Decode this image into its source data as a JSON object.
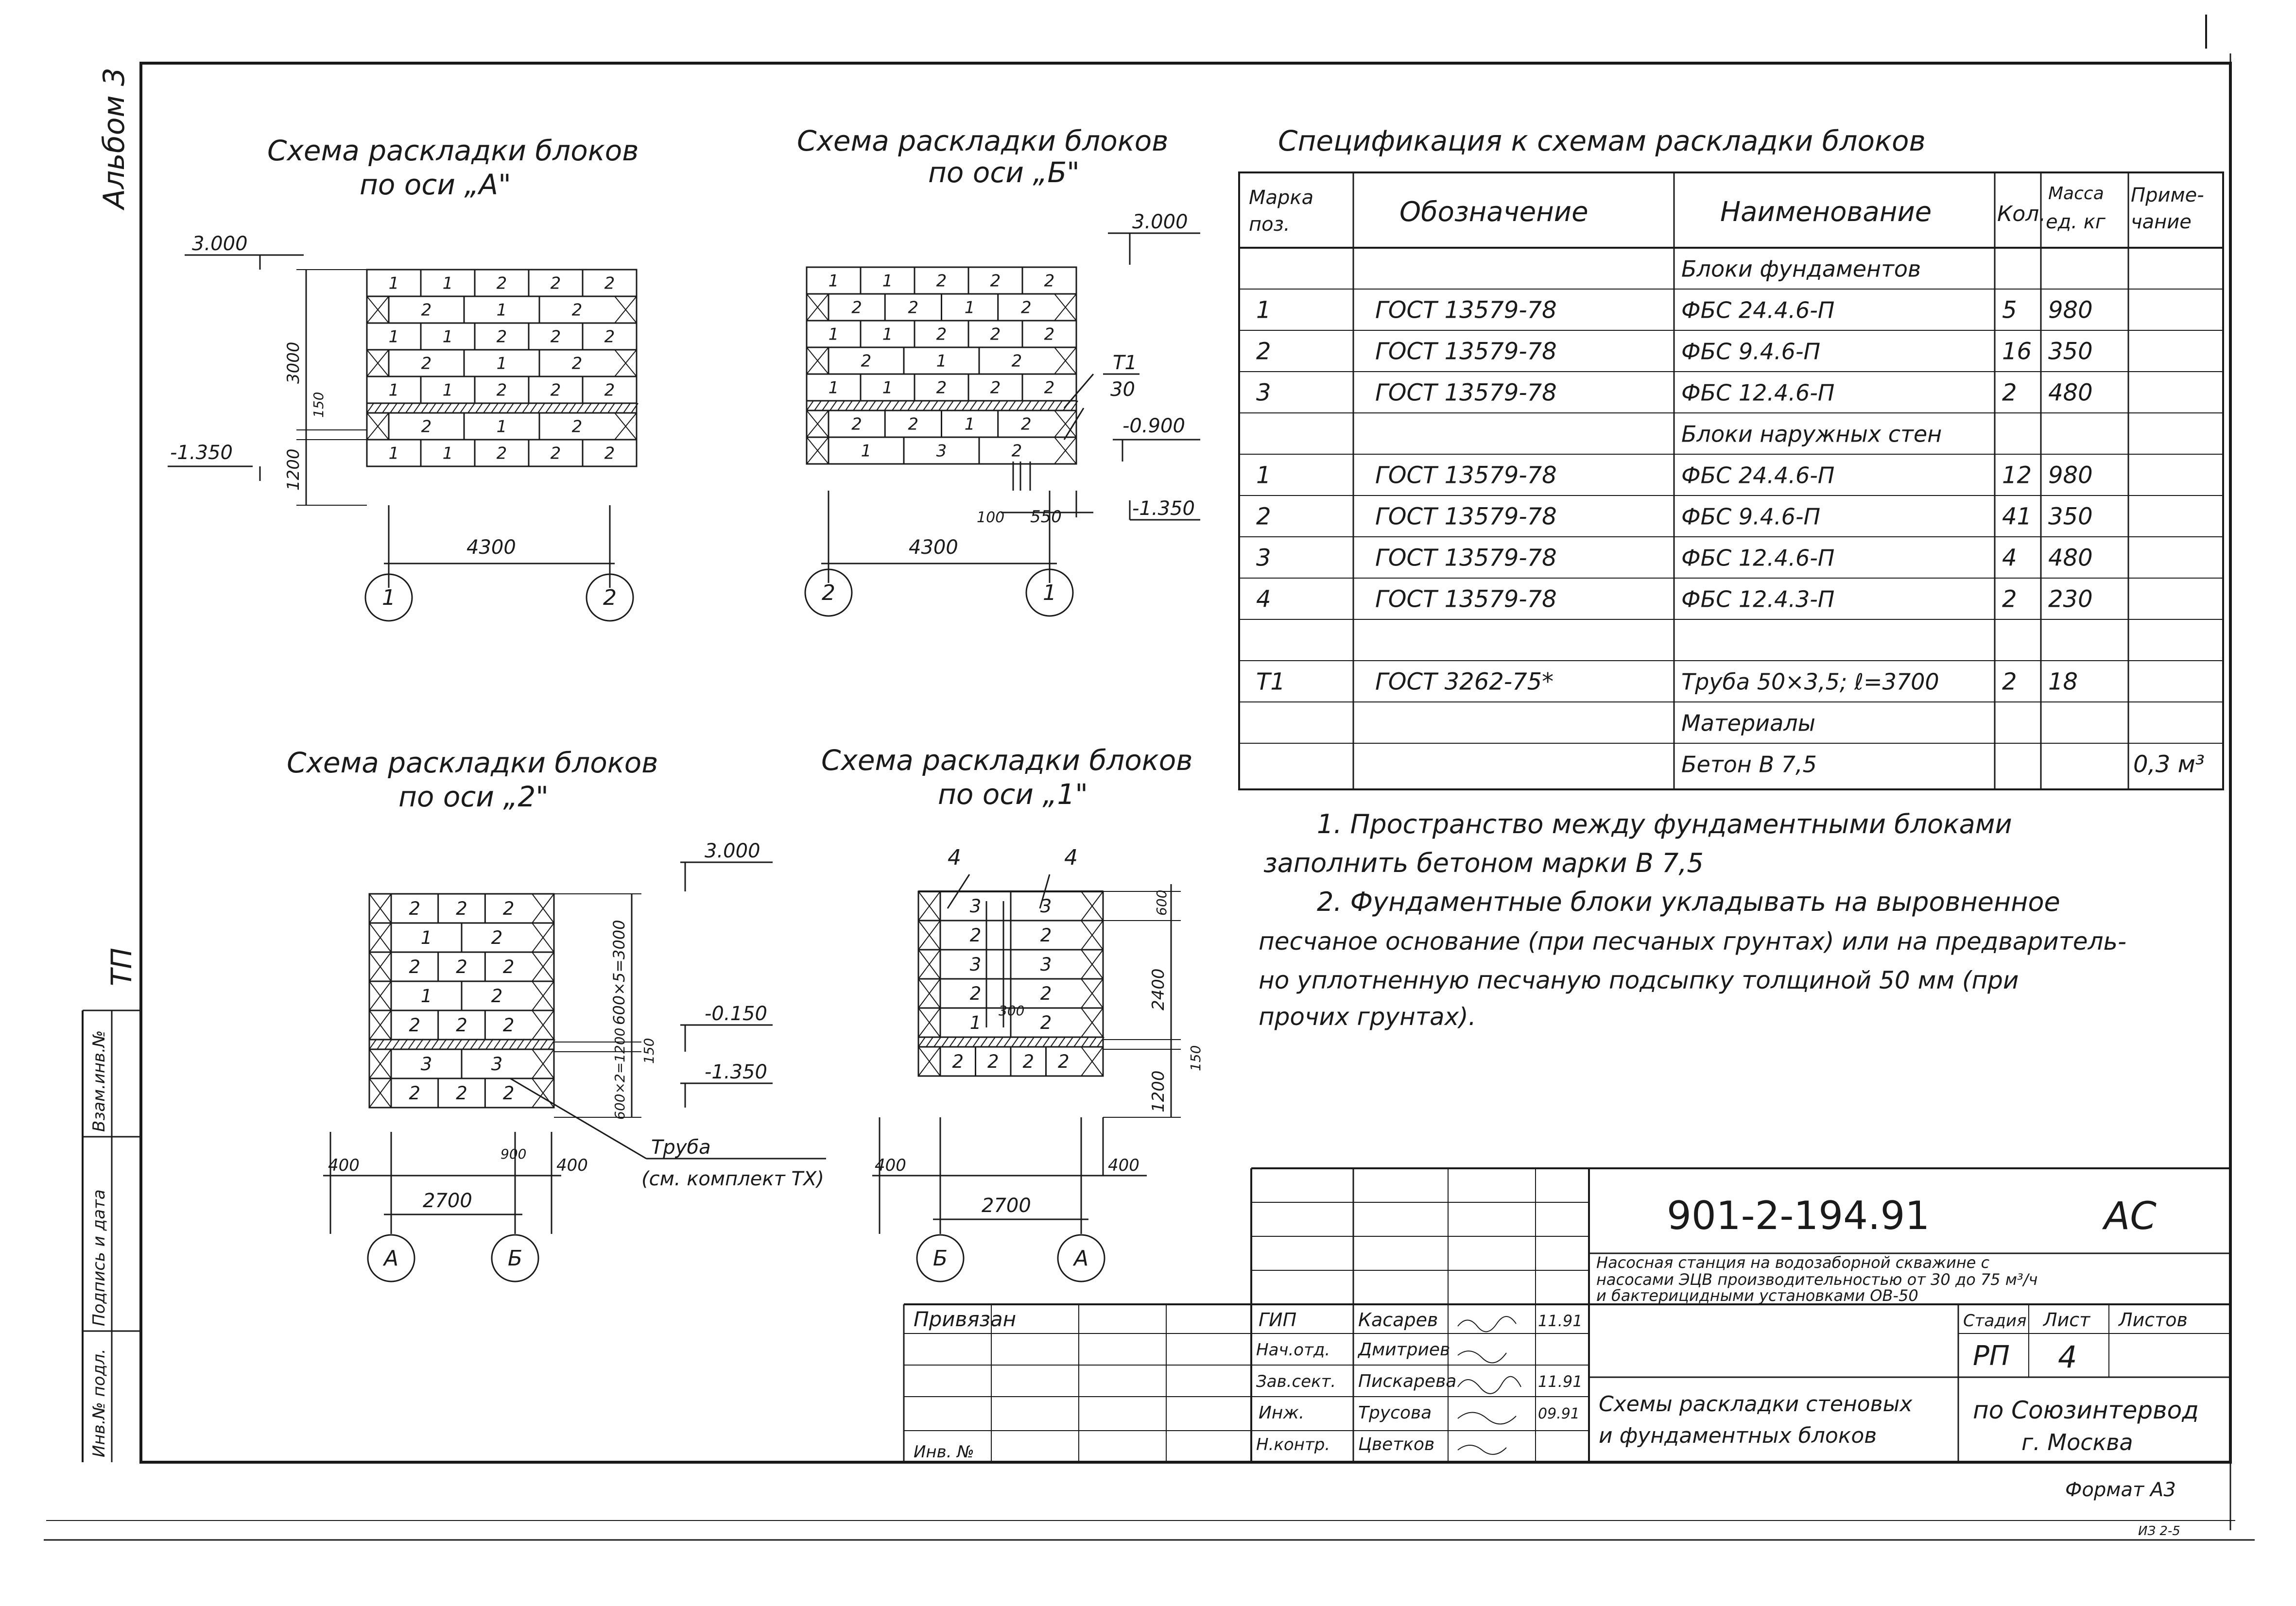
{
  "sheet": {
    "margin_labels": [
      "Альбом 3",
      "ТП",
      "Инв.№ подл.",
      "Подпись и дата",
      "Взам.инв.№"
    ],
    "copy_note": "Формат А3",
    "corner_mark": "ИЗ 2-5"
  },
  "schemes": [
    {
      "id": "A",
      "title": [
        "Схема раскладки блоков",
        "по оси „А\""
      ],
      "top_mark": "3.000",
      "bottom_mark": "-1.350",
      "dims_vertical": [
        "3000",
        "150",
        "1200"
      ],
      "dims_horizontal": [
        "4300"
      ],
      "axes": [
        "1",
        "2"
      ],
      "rows": [
        [
          "1",
          "1",
          "2",
          "2",
          "2"
        ],
        [
          "2",
          "1",
          "2"
        ],
        [
          "1",
          "1",
          "2",
          "2",
          "2"
        ],
        [
          "2",
          "1",
          "2"
        ],
        [
          "1",
          "1",
          "2",
          "2",
          "2"
        ],
        [
          "2",
          "1",
          "2"
        ],
        [
          "1",
          "1",
          "2",
          "2",
          "2"
        ]
      ]
    },
    {
      "id": "B",
      "title": [
        "Схема раскладки блоков",
        "по оси „Б\""
      ],
      "top_mark": "3.000",
      "mid_mark": "-0.900",
      "bottom_mark": "-1.350",
      "pipe_label": [
        "Т1",
        "30"
      ],
      "dims_horizontal": [
        "4300",
        "100",
        "550"
      ],
      "axes": [
        "2",
        "1"
      ],
      "rows": [
        [
          "1",
          "1",
          "2",
          "2",
          "2"
        ],
        [
          "2",
          "2",
          "1",
          "2"
        ],
        [
          "1",
          "1",
          "2",
          "2",
          "2"
        ],
        [
          "2",
          "1",
          "2"
        ],
        [
          "1",
          "1",
          "2",
          "2",
          "2"
        ],
        [
          "2",
          "2",
          "1",
          "2"
        ],
        [
          "1",
          "3",
          "2"
        ]
      ]
    },
    {
      "id": "C",
      "title": [
        "Схема раскладки блоков",
        "по оси „2\""
      ],
      "top_mark": "3.000",
      "mid_mark": "-0.150",
      "bottom_mark": "-1.350",
      "dims_vertical": [
        "600×5=3000",
        "150",
        "600×2=1200"
      ],
      "dims_horizontal": [
        "400",
        "2700",
        "900",
        "400"
      ],
      "note": [
        "Труба",
        "(см. комплект ТХ)"
      ],
      "axes": [
        "А",
        "Б"
      ],
      "rows": [
        [
          "2",
          "2",
          "2"
        ],
        [
          "1",
          "2"
        ],
        [
          "2",
          "2",
          "2"
        ],
        [
          "1",
          "2"
        ],
        [
          "2",
          "2",
          "2"
        ],
        [
          "3",
          "3"
        ],
        [
          "2",
          "2",
          "2"
        ]
      ]
    },
    {
      "id": "D",
      "title": [
        "Схема раскладки блоков",
        "по оси „1\""
      ],
      "callouts": [
        "4",
        "4"
      ],
      "dims_vertical": [
        "600",
        "2400",
        "150",
        "1200"
      ],
      "dims_horizontal": [
        "400",
        "300",
        "2700",
        "400"
      ],
      "axes": [
        "Б",
        "А"
      ],
      "rows": [
        [
          "3",
          "3"
        ],
        [
          "2",
          "2"
        ],
        [
          "3",
          "3"
        ],
        [
          "2",
          "2"
        ],
        [
          "1",
          "2"
        ],
        [
          "2",
          "2",
          "2",
          "2"
        ]
      ]
    }
  ],
  "spec": {
    "title": "Спецификация к схемам раскладки блоков",
    "headers": [
      "Марка поз.",
      "Обозначение",
      "Наименование",
      "Кол.",
      "Масса ед. кг",
      "Приме- чание"
    ],
    "rows": [
      [
        "",
        "",
        "Блоки фундаментов",
        "",
        "",
        ""
      ],
      [
        "1",
        "ГОСТ 13579-78",
        "ФБС 24.4.6-П",
        "5",
        "980",
        ""
      ],
      [
        "2",
        "ГОСТ 13579-78",
        "ФБС 9.4.6-П",
        "16",
        "350",
        ""
      ],
      [
        "3",
        "ГОСТ 13579-78",
        "ФБС 12.4.6-П",
        "2",
        "480",
        ""
      ],
      [
        "",
        "",
        "Блоки наружных стен",
        "",
        "",
        ""
      ],
      [
        "1",
        "ГОСТ 13579-78",
        "ФБС 24.4.6-П",
        "12",
        "980",
        ""
      ],
      [
        "2",
        "ГОСТ 13579-78",
        "ФБС 9.4.6-П",
        "41",
        "350",
        ""
      ],
      [
        "3",
        "ГОСТ 13579-78",
        "ФБС 12.4.6-П",
        "4",
        "480",
        ""
      ],
      [
        "4",
        "ГОСТ 13579-78",
        "ФБС 12.4.3-П",
        "2",
        "230",
        ""
      ],
      [
        "",
        "",
        "",
        "",
        "",
        ""
      ],
      [
        "Т1",
        "ГОСТ 3262-75*",
        "Труба 50×3,5; ℓ=3700",
        "2",
        "18",
        ""
      ],
      [
        "",
        "",
        "Материалы",
        "",
        "",
        ""
      ],
      [
        "",
        "",
        "Бетон В 7,5",
        "",
        "",
        "0,3 м³"
      ]
    ]
  },
  "notes": [
    "1. Пространство между фундаментными блоками",
    "заполнить бетоном марки В 7,5",
    "2. Фундаментные блоки укладывать на выровненное",
    "песчаное основание (при песчаных грунтах) или на предваритель-",
    "но уплотненную песчаную подсыпку толщиной 50 мм (при",
    "прочих грунтах)."
  ],
  "title_block": {
    "doc_code": "901-2-194.91",
    "sheet_code": "АС",
    "project_desc": [
      "Насосная станция на водозаборной скважине с",
      "насосами ЭЦВ производительностью от 30 до 75 м³/ч",
      "и бактерицидными установками ОВ-50"
    ],
    "bound": "Привязан",
    "inv": "Инв. №",
    "roles": [
      "ГИП",
      "Нач.отд.",
      "Зав.сект.",
      "Инж.",
      "Н.контр."
    ],
    "names": [
      "Касарев",
      "Дмитриев",
      "Пискарева",
      "Трусова",
      "Цветков"
    ],
    "dates": [
      "11.91",
      "",
      "11.91",
      "09.91",
      ""
    ],
    "drawing_title": [
      "Схемы раскладки стеновых",
      "и фундаментных блоков"
    ],
    "stage_header": "Стадия",
    "sheet_header": "Лист",
    "sheets_header": "Листов",
    "stage": "РП",
    "sheet_no": "4",
    "org": [
      "по Союзинтервод",
      "г. Москва"
    ]
  }
}
